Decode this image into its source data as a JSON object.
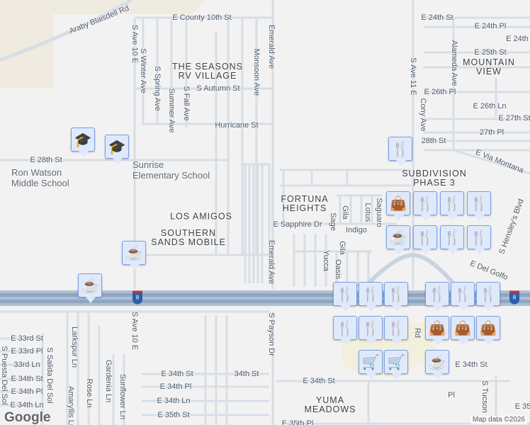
{
  "streets": [
    "E County 10th St",
    "Araby Blaisdell Rd",
    "S Ave 10 E",
    "S Winter Ave",
    "S Spring Ave",
    "Summer Ave",
    "S Fall Ave",
    "Monsoon Ave",
    "Emerald Ave",
    "S Autumn St",
    "Hurricane St",
    "E 28th St",
    "E 24th St",
    "E 24th Pl",
    "E 24th",
    "E 25th St",
    "S Ave 11 E",
    "Alameda Ave",
    "E 26th Pl",
    "Cony Ave",
    "E 26th Ln",
    "E 27th St",
    "27th Pl",
    "28th St",
    "E Via Montana",
    "E Sapphire Dr",
    "Sage",
    "Gila",
    "Lotus",
    "Saguaro",
    "Indigo",
    "Yucca",
    "Gila",
    "Oasis",
    "E Del Golfo",
    "S Hensley's Blvd",
    "Emerald Ave",
    "S Ave 10 E",
    "S Payson Dr",
    "Larkspur Ln",
    "E 33rd St",
    "E 33rd Pl",
    "33rd Ln",
    "E 34th St",
    "E 34th Pl",
    "E 34th Ln",
    "S Puesta Del Sol",
    "S Salida Del Sol",
    "Amaryllis Ln",
    "Rose Ln",
    "Gardenia Ln",
    "Sunflower Ln",
    "E 34th St",
    "34th St",
    "E 34th Pl",
    "E 34th Ln",
    "E 35th St",
    "E 34th St",
    "E 35th Pl",
    "Rd",
    "E 34th St",
    "Pl",
    "S Tucson",
    "E 35"
  ],
  "areas": [
    "THE SEASONS\nRV VILLAGE",
    "LOS AMIGOS",
    "SOUTHERN\nSANDS MOBILE",
    "MOUNTAIN\nVIEW",
    "SUBDIVISION\nPHASE 3",
    "FORTUNA\nHEIGHTS",
    "YUMA\nMEADOWS"
  ],
  "pois": [
    "Ron Watson\nMiddle School",
    "Sunrise\nElementary School"
  ],
  "highway": {
    "shield": "8"
  },
  "markers": [
    "school",
    "school",
    "restaurant",
    "restaurant",
    "shopping",
    "coffee",
    "restaurant",
    "restaurant",
    "restaurant",
    "restaurant",
    "restaurant",
    "coffee",
    "coffee",
    "restaurant",
    "restaurant",
    "restaurant",
    "restaurant",
    "restaurant",
    "restaurant",
    "restaurant",
    "restaurant",
    "restaurant",
    "shopping",
    "shopping",
    "shopping",
    "cart",
    "cart",
    "coffee"
  ],
  "icons": {
    "school": "🎓",
    "restaurant": "🍴",
    "shopping": "👜",
    "coffee": "☕",
    "cart": "🛒"
  },
  "footer": {
    "logo": "Google",
    "attribution": "Map data ©2026"
  },
  "colors": {
    "marker_bg": "#dfe9fc",
    "marker_icon": "#0f4466",
    "highway": "#8fa6c2",
    "road": "#d6dee6"
  }
}
